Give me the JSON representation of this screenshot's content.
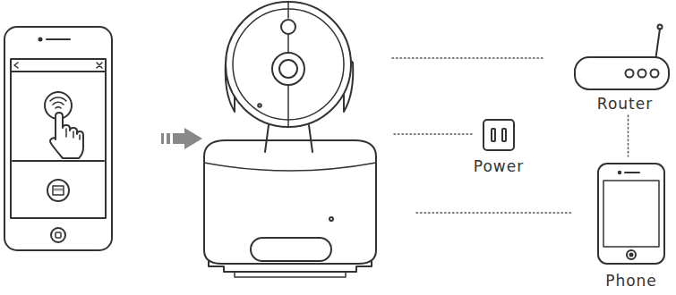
{
  "diagram": {
    "nodes": [
      {
        "text": [
          "Router"
        ]
      },
      {
        "text": [
          "Power"
        ]
      },
      {
        "text": [
          "Phone"
        ]
      }
    ],
    "edges": [
      {
        "from": 0,
        "to": 2,
        "arrow": "none"
      }
    ]
  }
}
